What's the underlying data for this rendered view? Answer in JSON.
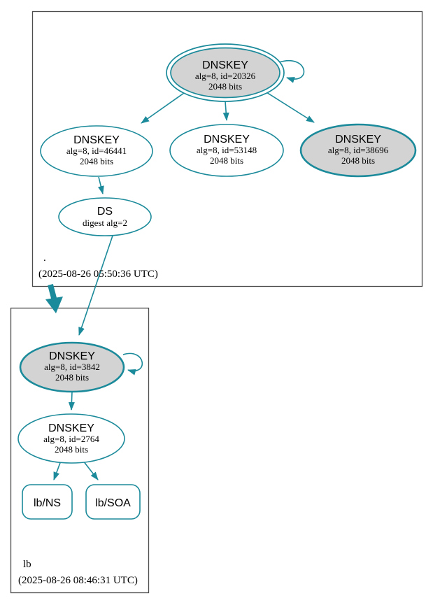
{
  "colors": {
    "accent_teal": "#1b8a9a",
    "node_fill": "#d3d3d3",
    "box_border": "#4c4c4c",
    "text_color": "#000000",
    "background": "#ffffff"
  },
  "zones": {
    "root": {
      "label": ".",
      "timestamp": "(2025-08-26 05:50:36 UTC)",
      "nodes": {
        "ksk": {
          "title": "DNSKEY",
          "alg": "alg=8, id=20326",
          "bits": "2048 bits"
        },
        "zsk_46441": {
          "title": "DNSKEY",
          "alg": "alg=8, id=46441",
          "bits": "2048 bits"
        },
        "zsk_53148": {
          "title": "DNSKEY",
          "alg": "alg=8, id=53148",
          "bits": "2048 bits"
        },
        "zsk_38696": {
          "title": "DNSKEY",
          "alg": "alg=8, id=38696",
          "bits": "2048 bits"
        },
        "ds": {
          "title": "DS",
          "digest": "digest alg=2"
        }
      }
    },
    "lb": {
      "label": "lb",
      "timestamp": "(2025-08-26 08:46:31 UTC)",
      "nodes": {
        "ksk_3842": {
          "title": "DNSKEY",
          "alg": "alg=8, id=3842",
          "bits": "2048 bits"
        },
        "zsk_2764": {
          "title": "DNSKEY",
          "alg": "alg=8, id=2764",
          "bits": "2048 bits"
        },
        "ns": {
          "label": "lb/NS"
        },
        "soa": {
          "label": "lb/SOA"
        }
      }
    }
  }
}
